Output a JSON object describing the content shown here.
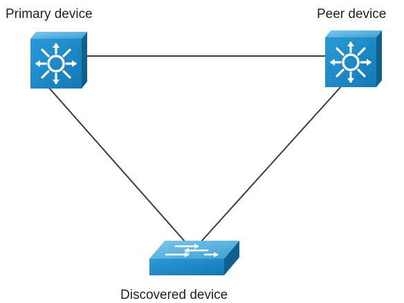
{
  "nodes": {
    "primary": {
      "label": "Primary device",
      "icon": "multilayer-switch-icon"
    },
    "peer": {
      "label": "Peer device",
      "icon": "multilayer-switch-icon"
    },
    "discovered": {
      "label": "Discovered device",
      "icon": "workgroup-switch-icon"
    }
  },
  "links": [
    {
      "from": "primary",
      "to": "peer"
    },
    {
      "from": "primary",
      "to": "discovered"
    },
    {
      "from": "peer",
      "to": "discovered"
    }
  ],
  "colors": {
    "device_front": "#1b86c4",
    "device_side": "#0f5f8f",
    "device_top": "#4fb0e0",
    "link": "#3a3a3a"
  }
}
